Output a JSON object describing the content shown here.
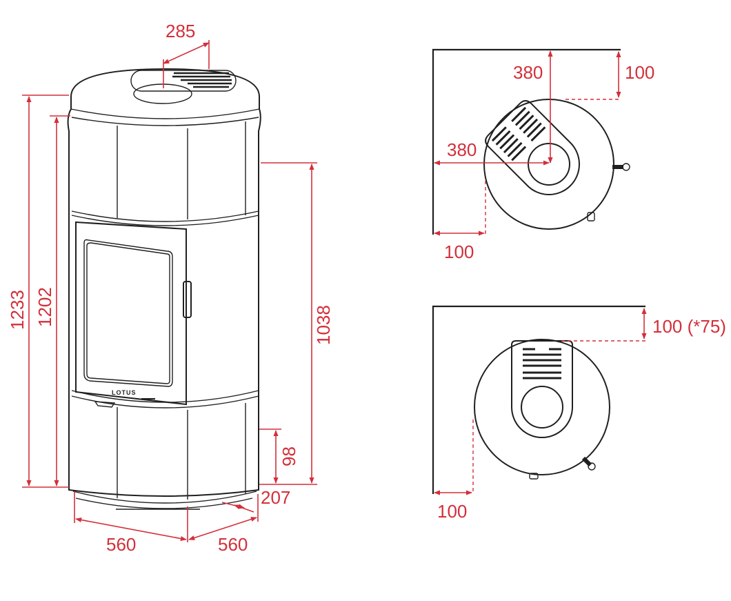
{
  "colors": {
    "dimension": "#d32f3a",
    "outline": "#1f1f1f",
    "background": "#ffffff"
  },
  "stove": {
    "brand": "LOTUS"
  },
  "front_view": {
    "top_width": "285",
    "total_height": "1233",
    "body_height": "1202",
    "side_height": "1038",
    "base_height": "98",
    "foot_depth": "207",
    "width": "560",
    "depth": "560"
  },
  "corner_plan_view": {
    "flue_from_back": "380",
    "back_clearance": "100",
    "flue_from_side": "380",
    "side_clearance": "100"
  },
  "wall_plan_view": {
    "back_clearance": "100 (*75)",
    "side_clearance": "100"
  }
}
